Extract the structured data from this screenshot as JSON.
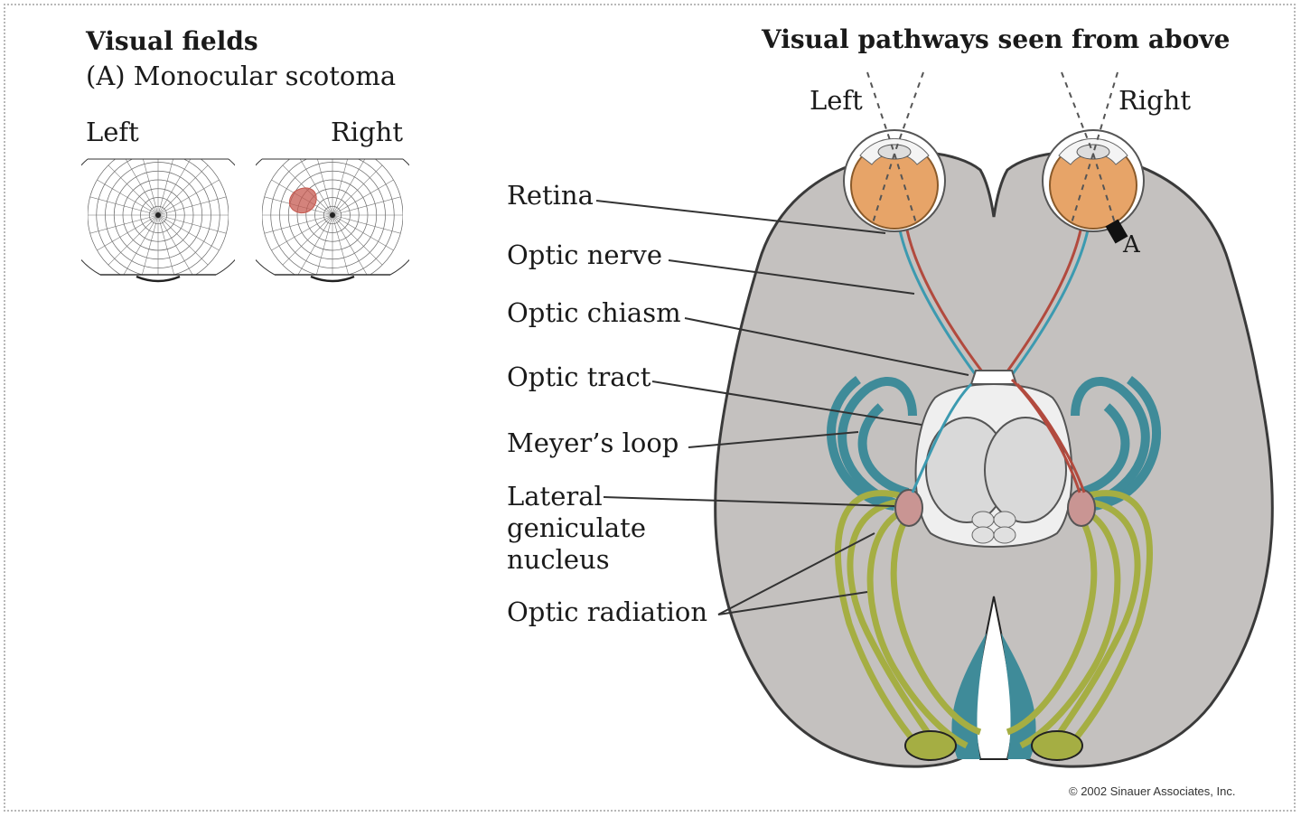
{
  "visual_fields": {
    "title": "Visual fields",
    "subtitle": "(A)  Monocular scotoma",
    "left_label": "Left",
    "right_label": "Right"
  },
  "pathways": {
    "title": "Visual pathways seen from above",
    "eye_left_label": "Left",
    "eye_right_label": "Right",
    "lesion_marker": "A",
    "labels": {
      "retina": "Retina",
      "optic_nerve": "Optic nerve",
      "optic_chiasm": "Optic chiasm",
      "optic_tract": "Optic tract",
      "meyers_loop": "Meyer’s loop",
      "lgn_line1": "Lateral",
      "lgn_line2": "geniculate",
      "lgn_line3": "nucleus",
      "optic_radiation": "Optic radiation"
    }
  },
  "copyright": "© 2002 Sinauer Associates, Inc.",
  "colors": {
    "brain": "#c4c1bf",
    "outline": "#3a3a3a",
    "eye": "#e7a468",
    "teal": "#3f8b99",
    "olive": "#a5ae43",
    "lgn": "#c99593",
    "scotoma": "#c65a50",
    "nerve_red": "#b24a3e",
    "nerve_blue": "#3c9ab0"
  }
}
